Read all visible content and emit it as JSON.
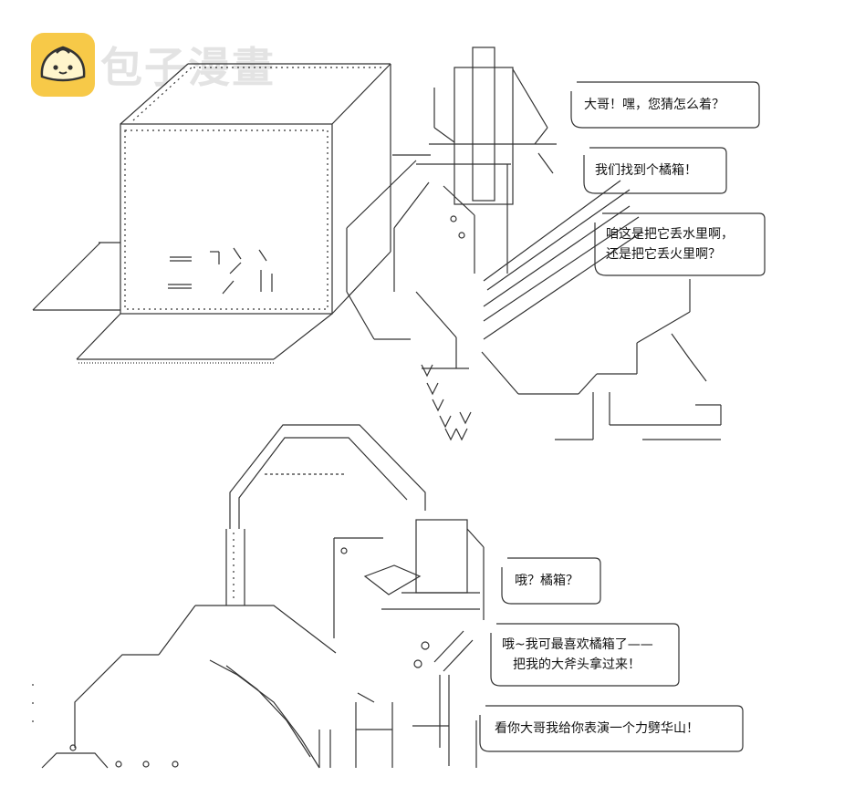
{
  "watermark": {
    "text": "包子漫畫",
    "logo_icon": "steamed-bun-icon",
    "logo_color": "#f7c948"
  },
  "panel1": {
    "bubbles": [
      {
        "lines": [
          "大哥！嘿，您猜怎么着？"
        ]
      },
      {
        "lines": [
          "我们找到个橘箱！"
        ]
      },
      {
        "lines": [
          "咱这是把它丢水里啊，",
          "还是把它丢火里啊？"
        ]
      }
    ]
  },
  "panel2": {
    "bubbles": [
      {
        "lines": [
          "哦？橘箱？"
        ]
      },
      {
        "lines": [
          "哦~我可最喜欢橘箱了——",
          "把我的大斧头拿过来！"
        ]
      },
      {
        "lines": [
          "看你大哥我给你表演一个力劈华山！"
        ]
      }
    ]
  }
}
